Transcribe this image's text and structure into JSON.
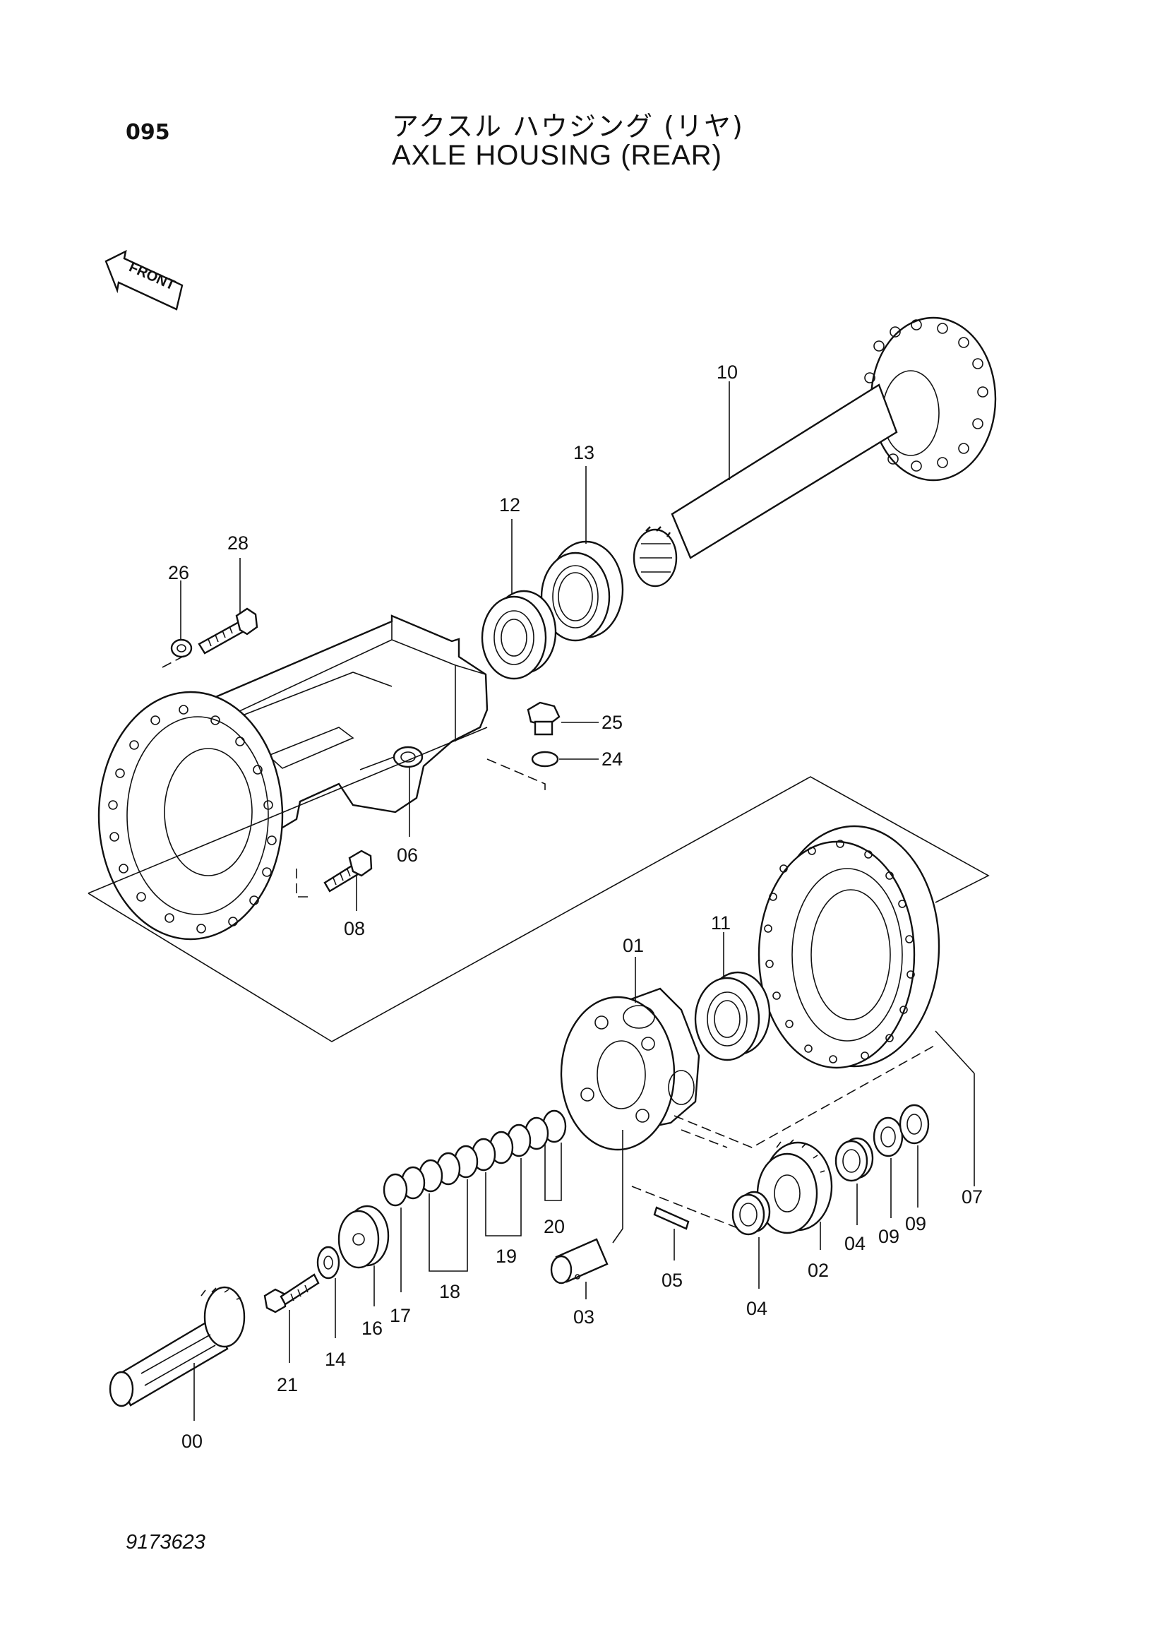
{
  "header": {
    "page_number": "095",
    "title_jp": "アクスル ハウジング (リヤ)",
    "title_en": "AXLE HOUSING (REAR)"
  },
  "orientation": {
    "arrow_label": "FRONT"
  },
  "part_labels": {
    "p00": "00",
    "p01": "01",
    "p02": "02",
    "p03": "03",
    "p04a": "04",
    "p04b": "04",
    "p05": "05",
    "p06": "06",
    "p07": "07",
    "p08": "08",
    "p09a": "09",
    "p09b": "09",
    "p10": "10",
    "p11": "11",
    "p12": "12",
    "p13": "13",
    "p14": "14",
    "p16": "16",
    "p17": "17",
    "p18": "18",
    "p19": "19",
    "p20": "20",
    "p21": "21",
    "p24": "24",
    "p25": "25",
    "p26": "26",
    "p28": "28"
  },
  "footer": {
    "doc_code": "9173623"
  }
}
